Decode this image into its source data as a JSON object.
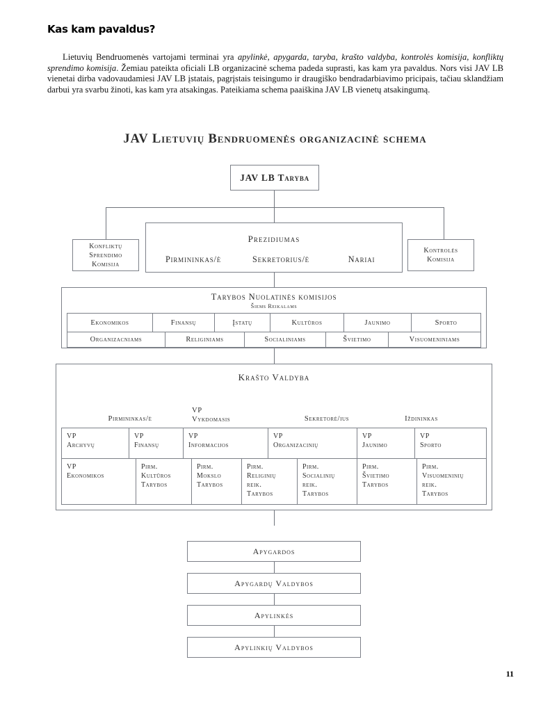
{
  "heading": "Kas kam pavaldus?",
  "paragraph": {
    "part1": "Lietuvių Bendruomenės vartojami terminai yra ",
    "italic1": "apylinkė, apygarda, taryba, krašto valdyba, kontrolės komisija, konfliktų sprendimo komisija",
    "part2": ". Žemiau pateikta oficiali LB organizacinė schema padeda suprasti, kas kam yra pavaldus. Nors visi JAV LB vienetai dirba vadovaudamiesi JAV LB įstatais, pagrįstais teisingumo ir draugiško bendradarbiavimo pricipais, tačiau sklandžiam darbui yra svarbu žinoti, kas kam yra atsakingas. Pateikiama schema paaiškina JAV LB vienetų atsakingumą."
  },
  "chart": {
    "title": "JAV Lietuvių Bendruomenės organizacinė schema",
    "root": "JAV LB Taryba",
    "left_committee": "Konfliktų\nSprendimo\nKomisija",
    "right_committee": "Kontrolės\nKomisija",
    "prezidiumas": {
      "title": "Prezidiumas",
      "roles": [
        "Pirmininkas/ė",
        "Sekretorius/ė",
        "Nariai"
      ]
    },
    "komisijos": {
      "title": "Tarybos Nuolatinės komisijos",
      "subtitle": "Šiems Reikalams",
      "row1": [
        "Ekonomikos",
        "Finansų",
        "Įstatų",
        "Kultūros",
        "Jaunimo",
        "Sporto"
      ],
      "row2": [
        "Organizacniams",
        "Religiniams",
        "Socialiniams",
        "Švietimo",
        "Visuomeniniams"
      ]
    },
    "krasto_valdyba": {
      "title": "Krašto Valdyba",
      "roles": [
        "Pirmininkas/ė",
        "VP\nVykdomasis",
        "Sekretorė/ius",
        "Iždininkas"
      ],
      "vp_row": [
        "VP\nArchyvų",
        "VP\nFinansų",
        "VP\nInformacijos",
        "VP\nOrganizacinių",
        "VP\nJaunimo",
        "VP\nSporto"
      ],
      "pirm_row": [
        "VP\nEkonomikos",
        "Pirm.\nKultūros\nTarybos",
        "Pirm.\nMokslo\nTarybos",
        "Pirm.\nReliginių\nreik.\nTarybos",
        "Pirm.\nSocialinių\nreik.\nTarybos",
        "Pirm.\nŠvietimo\nTarybos",
        "Pirm.\nVisuomeninių\nreik.\nTarybos"
      ]
    },
    "bottom_chain": [
      "Apygardos",
      "Apygardų Valdybos",
      "Apylinkės",
      "Apylinkių Valdybos"
    ]
  },
  "page_number": "11"
}
